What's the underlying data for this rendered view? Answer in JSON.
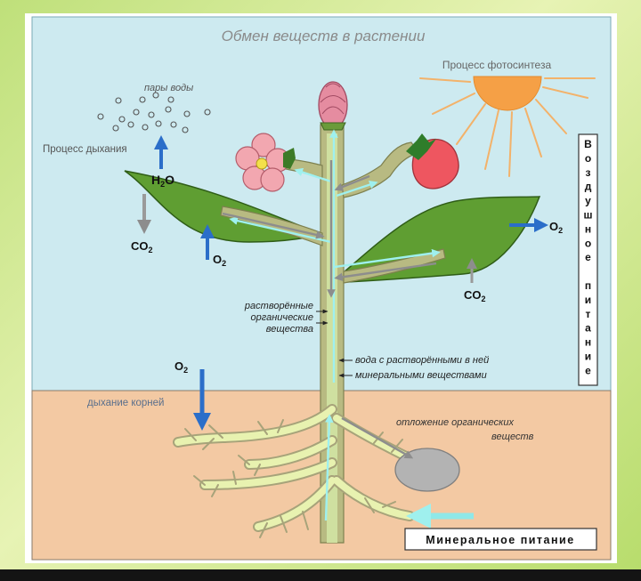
{
  "title": "Обмен веществ в растении",
  "labels": {
    "photosynthesis": "Процесс фотосинтеза",
    "water_vapor": "пары воды",
    "respiration": "Процесс дыхания",
    "h2o_main": "H",
    "h2o_sub": "2",
    "h2o_end": "O",
    "co2_main": "CO",
    "co2_sub": "2",
    "o2_main": "O",
    "o2_sub": "2",
    "organic_1": "растворённые",
    "organic_2": "органические",
    "organic_3": "вещества",
    "water_1": "вода с растворёнными в ней",
    "water_2": "минеральными веществами",
    "root_respiration": "дыхание корней",
    "storage_1": "отложение органических",
    "storage_2": "веществ",
    "air_nutrition": [
      "В",
      "о",
      "з",
      "д",
      "у",
      "ш",
      "н",
      "о",
      "е",
      "",
      "п",
      "и",
      "т",
      "а",
      "н",
      "и",
      "е"
    ],
    "mineral_nutrition": "Минеральное питание"
  },
  "colors": {
    "sky": "#cdeaf0",
    "soil": "#f3c9a3",
    "leaf": "#5f9e32",
    "stem": "#b8ba82",
    "sun": "#f5a046",
    "arrow_blue": "#2b6ec9",
    "arrow_cyan": "#8fe8e8"
  }
}
